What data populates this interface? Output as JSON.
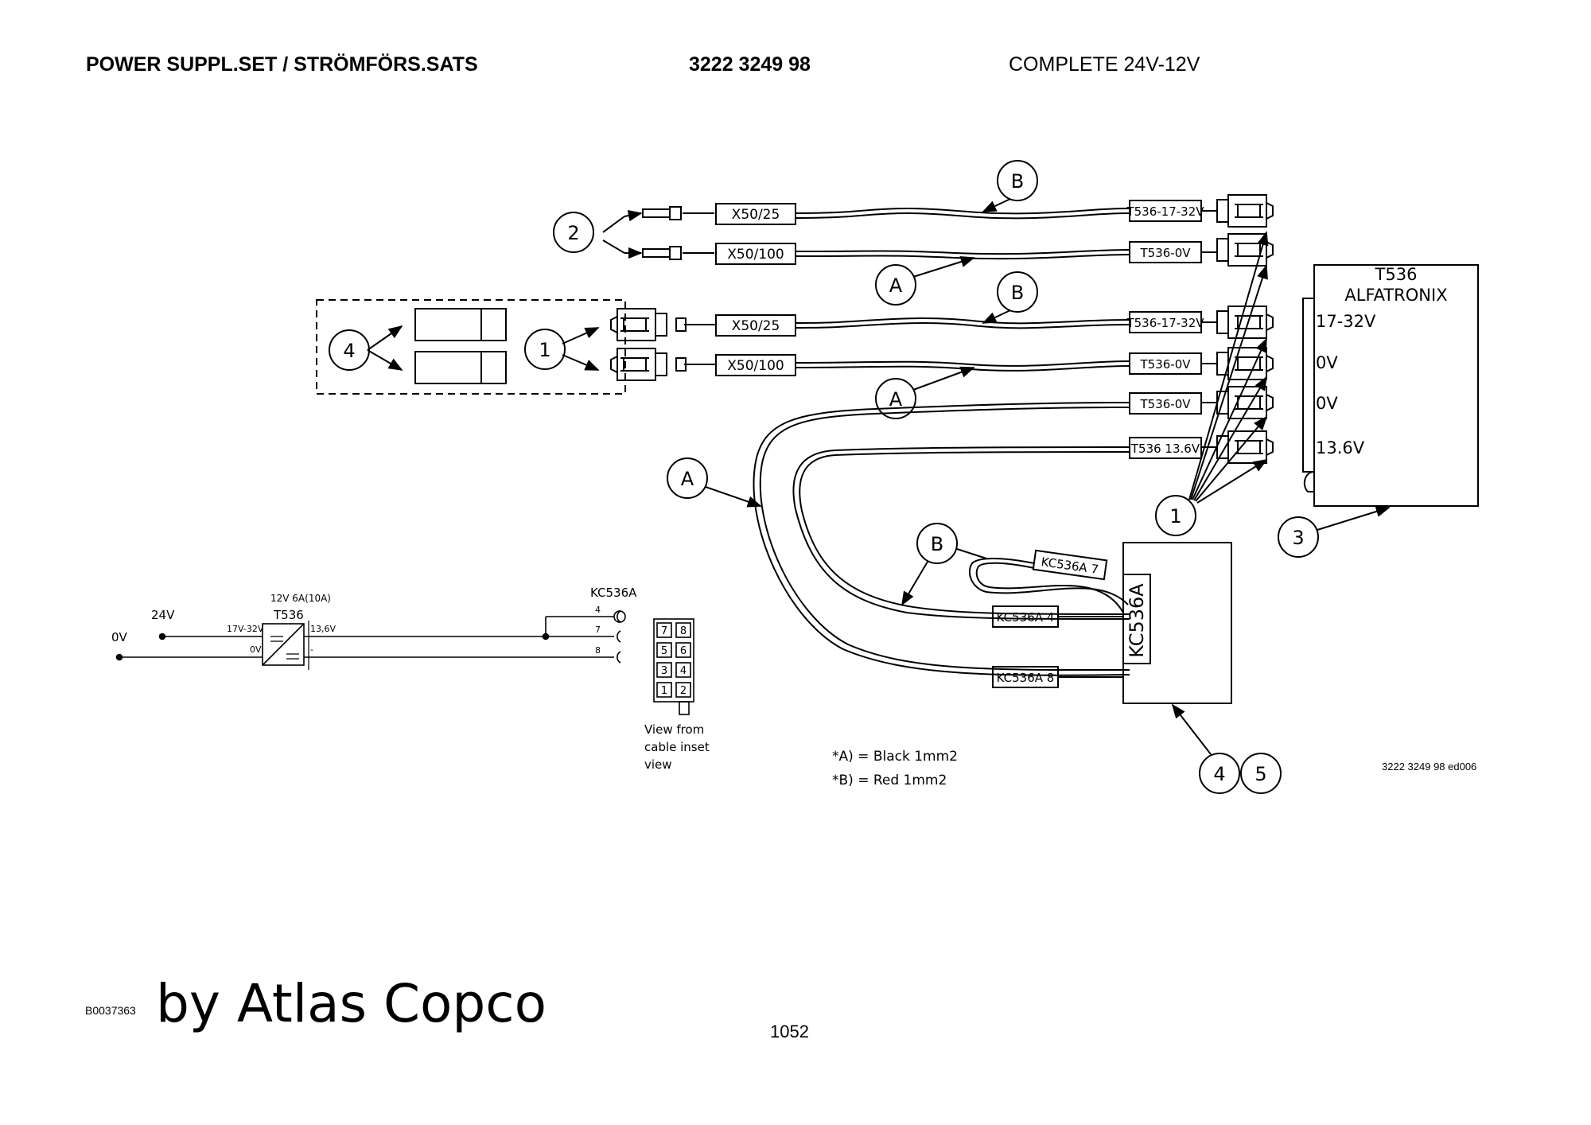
{
  "header": {
    "title": "POWER SUPPL.SET / STRÖMFÖRS.SATS",
    "part_number": "3222 3249 98",
    "description": "COMPLETE 24V-12V"
  },
  "balloons": {
    "b_top": "B",
    "a_top": "A",
    "two": "2",
    "four_kit": "4",
    "one_kit": "1",
    "b_mid": "B",
    "a_mid": "A",
    "a_left": "A",
    "one_right": "1",
    "three": "3",
    "b_low": "B",
    "four_bottom": "4",
    "five_bottom": "5"
  },
  "wire_labels": {
    "x50_25_top": "X50/25",
    "x50_100_top": "X50/100",
    "x50_25_mid": "X50/25",
    "x50_100_mid": "X50/100",
    "t536_1732_top": "T536-17-32V",
    "t536_0v_top": "T536-0V",
    "t536_1732_mid": "T536-17-32V",
    "t536_0v_mid": "T536-0V",
    "t536_0v_low": "T536-0V",
    "t536_136": "T536 13.6V",
    "kc536a_7": "KC536A 7",
    "kc536a_4": "KC536A 4",
    "kc536a_8": "KC536A 8"
  },
  "converter_box": {
    "name_line1": "T536",
    "name_line2": "ALFATRONIX",
    "pins": [
      "17-32V",
      "0V",
      "0V",
      "13.6V"
    ]
  },
  "connector_box": {
    "label": "KC536A"
  },
  "schematic": {
    "in_0v": "0V",
    "in_24v": "24V",
    "rating": "12V 6A(10A)",
    "device": "T536",
    "in_range": "17V-32V",
    "in_zero": "0V",
    "out_v": "13,6V",
    "out_minus": "-",
    "connector": "KC536A",
    "pins": [
      "4",
      "7",
      "8"
    ]
  },
  "pinout": {
    "rows": [
      [
        "7",
        "8"
      ],
      [
        "5",
        "6"
      ],
      [
        "3",
        "4"
      ],
      [
        "1",
        "2"
      ]
    ],
    "caption": [
      "View from",
      "cable inset",
      "view"
    ]
  },
  "legend": {
    "a": "*A) = Black 1mm2",
    "b": "*B) = Red 1mm2"
  },
  "ref_code": "3222 3249 98 ed006",
  "footer": {
    "code": "B0037363",
    "brand": "by Atlas Copco",
    "page": "1052"
  }
}
